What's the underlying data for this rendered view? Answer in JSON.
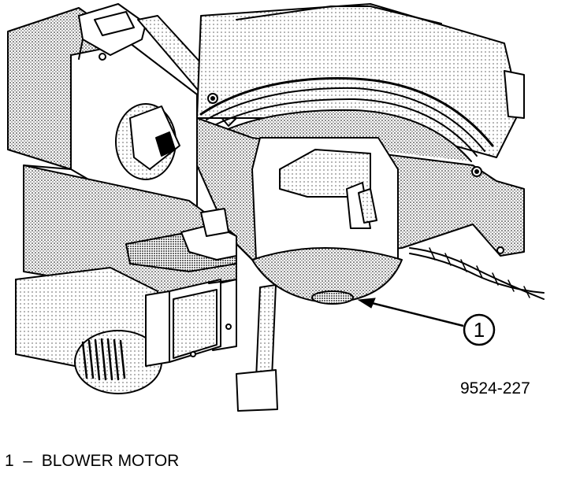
{
  "figure": {
    "figure_number": "9524-227",
    "callouts": [
      {
        "number": "1"
      }
    ]
  },
  "legend": [
    {
      "number": "1",
      "dash": "–",
      "label": "BLOWER MOTOR"
    }
  ]
}
